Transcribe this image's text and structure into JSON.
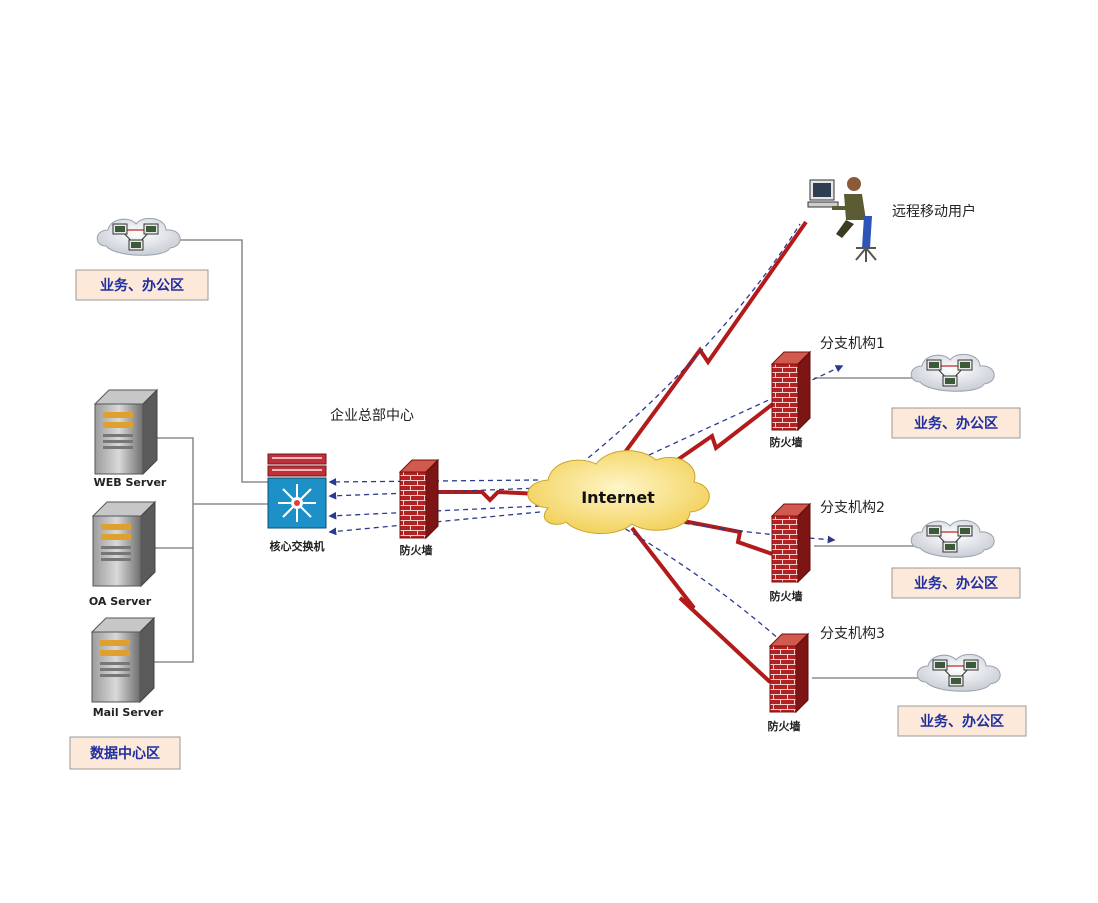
{
  "labels": {
    "hq_center": "企业总部中心",
    "core_switch": "核心交换机",
    "firewall": "防火墙",
    "internet": "Internet",
    "remote_user": "远程移动用户",
    "branch1": "分支机构1",
    "branch2": "分支机构2",
    "branch3": "分支机构3",
    "web_server": "WEB Server",
    "oa_server": "OA Server",
    "mail_server": "Mail Server",
    "office_zone": "业务、办公区",
    "data_center_zone": "数据中心区"
  },
  "colors": {
    "wan_link": "#b31b1b",
    "vpn_tunnel": "#2b3a8f",
    "lan_line": "#777777",
    "label_box_fill": "#fde9d9",
    "label_box_text": "#1f2f9e",
    "brick": "#b22222",
    "switch_blue": "#1e90c8"
  },
  "icons": [
    "cloud-lan-icon",
    "server-icon",
    "core-switch-icon",
    "firewall-icon",
    "internet-cloud-icon",
    "remote-user-icon"
  ]
}
